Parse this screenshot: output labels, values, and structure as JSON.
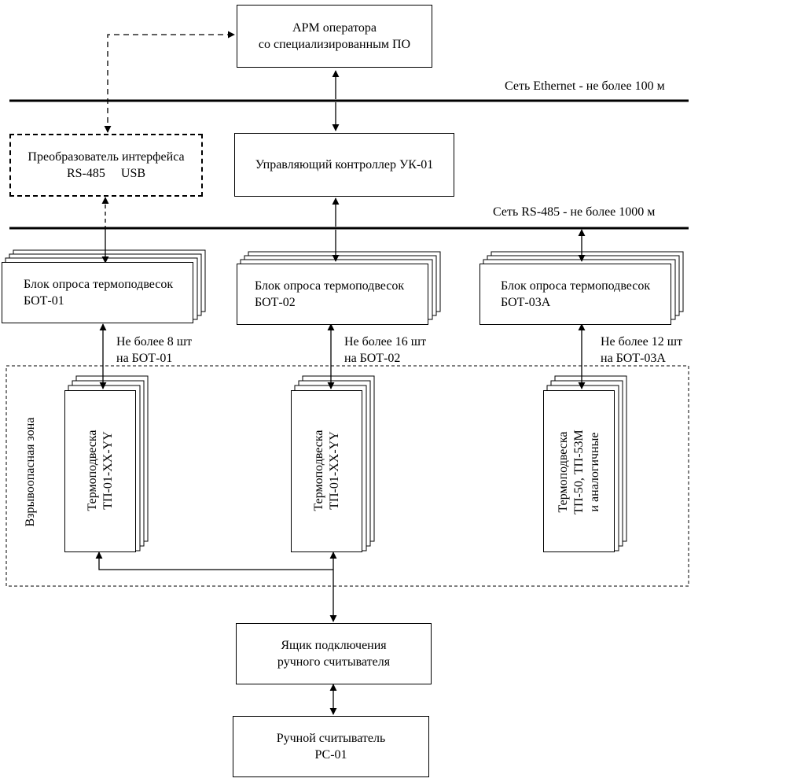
{
  "arm": {
    "line1": "АРМ оператора",
    "line2": "со специализированным ПО"
  },
  "ethernet_label": "Сеть Ethernet - не более 100 м",
  "converter": {
    "line1": "Преобразователь интерфейса",
    "line2": "RS-485     USB"
  },
  "controller": {
    "label": "Управляющий контроллер УК-01"
  },
  "rs485_label": "Сеть RS-485 - не более 1000 м",
  "bot_blocks": [
    {
      "line1": "Блок опроса термоподвесок",
      "line2": "БОТ-01",
      "count1": "Не более 8 шт",
      "count2": "на БОТ-01"
    },
    {
      "line1": "Блок опроса термоподвесок",
      "line2": "БОТ-02",
      "count1": "Не более 16 шт",
      "count2": "на БОТ-02"
    },
    {
      "line1": "Блок опроса термоподвесок",
      "line2": "БОТ-03А",
      "count1": "Не более 12 шт",
      "count2": "на БОТ-03А"
    }
  ],
  "zone_label": "Взрывоопасная зона",
  "probes": [
    {
      "line1": "Термоподвеска",
      "line2": "ТП-01-XX-YY",
      "line3": ""
    },
    {
      "line1": "Термоподвеска",
      "line2": "ТП-01-XX-YY",
      "line3": ""
    },
    {
      "line1": "Термоподвеска",
      "line2": "ТП-50, ТП-53М",
      "line3": "и аналогичные"
    }
  ],
  "junction_box": {
    "line1": "Ящик подключения",
    "line2": "ручного считывателя"
  },
  "reader": {
    "line1": "Ручной считыватель",
    "line2": "РС-01"
  }
}
